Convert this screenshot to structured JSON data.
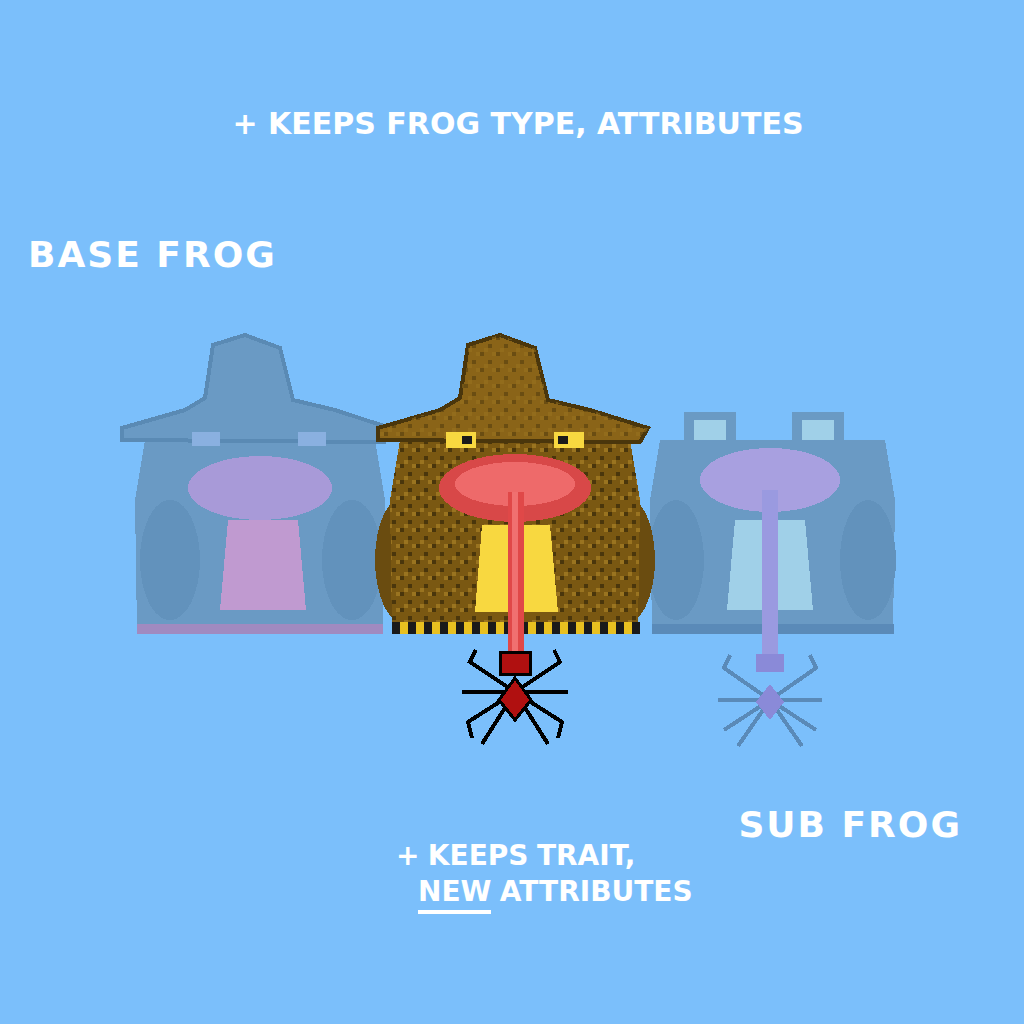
{
  "diagram": {
    "labels": [
      "+ KEEPS FROG TYPE, ATTRIBUTES",
      "BASE FROG",
      "SUB FROG",
      "+ KEEPS TRAIT, NEW ATTRIBUTES"
    ]
  }
}
